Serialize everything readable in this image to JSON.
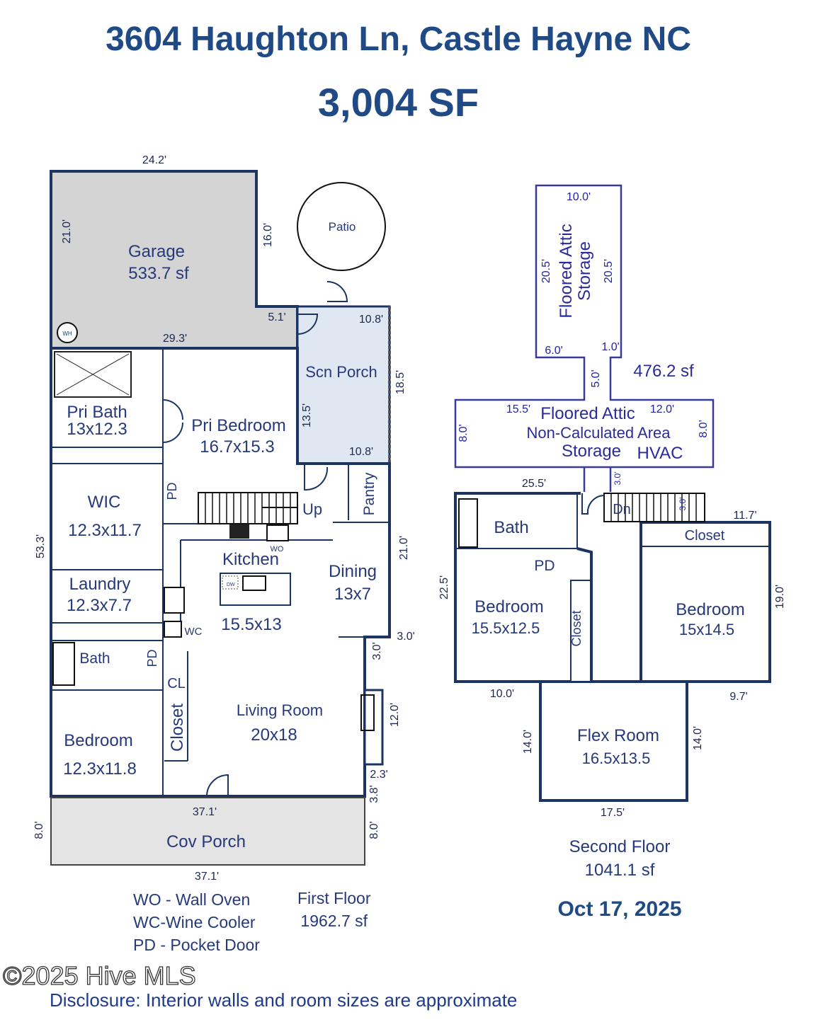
{
  "header": {
    "address": "3604 Haughton Ln, Castle Hayne NC",
    "total_area": "3,004 SF"
  },
  "first_floor": {
    "rooms": {
      "garage": "Garage",
      "garage_area": "533.7 sf",
      "patio": "Patio",
      "scn_porch": "Scn Porch",
      "pri_bath": "Pri Bath",
      "pri_bath_size": "13x12.3",
      "pri_bedroom": "Pri Bedroom",
      "pri_bedroom_size": "16.7x15.3",
      "wic": "WIC",
      "wic_size": "12.3x11.7",
      "laundry": "Laundry",
      "laundry_size": "12.3x7.7",
      "bath": "Bath",
      "bedroom": "Bedroom",
      "bedroom_size": "12.3x11.8",
      "closet": "Closet",
      "cl": "CL",
      "kitchen": "Kitchen",
      "kitchen_size": "15.5x13",
      "dining": "Dining",
      "dining_size": "13x7",
      "pantry": "Pantry",
      "living": "Living Room",
      "living_size": "20x18",
      "cov_porch": "Cov Porch",
      "up": "Up",
      "wo": "WO",
      "wc": "WC",
      "pd": "PD",
      "wh": "WH",
      "dw": "DW"
    },
    "dims": [
      "24.2'",
      "21.0'",
      "16.0'",
      "5.1'",
      "29.3'",
      "10.8'",
      "18.5'",
      "13.5'",
      "10.8'",
      "53.3'",
      "21.0'",
      "3.0'",
      "3.0'",
      "12.0'",
      "2.3'",
      "3.8'",
      "37.1'",
      "8.0'",
      "8.0'",
      "37.1'"
    ],
    "label": "First Floor",
    "area": "1962.7 sf"
  },
  "legend": [
    "WO - Wall Oven",
    "WC-Wine Cooler",
    "PD - Pocket Door"
  ],
  "second_floor": {
    "attic_storage": [
      "Floored Attic",
      "Storage"
    ],
    "attic_area": "476.2 sf",
    "attic_noncalc": [
      "Floored Attic",
      "Non-Calculated Area",
      "Storage",
      "HVAC"
    ],
    "rooms": {
      "bath": "Bath",
      "pd": "PD",
      "closet_top": "Closet",
      "closet_side": "Closet",
      "bedroom1": "Bedroom",
      "bedroom1_size": "15.5x12.5",
      "bedroom2": "Bedroom",
      "bedroom2_size": "15x14.5",
      "flex": "Flex Room",
      "flex_size": "16.5x13.5",
      "dn": "Dn"
    },
    "dims": [
      "10.0'",
      "20.5'",
      "20.5'",
      "6.0'",
      "1.0'",
      "5.0'",
      "15.5'",
      "12.0'",
      "8.0'",
      "8.0'",
      "25.5'",
      "3.0'",
      "3.0'",
      "11.7'",
      "22.5'",
      "19.0'",
      "10.0'",
      "9.7'",
      "14.0'",
      "14.0'",
      "17.5'"
    ],
    "label": "Second Floor",
    "area": "1041.1 sf"
  },
  "date": "Oct 17, 2025",
  "copyright": "©2025 Hive MLS",
  "disclosure": "Disclosure: Interior walls and room sizes are approximate"
}
